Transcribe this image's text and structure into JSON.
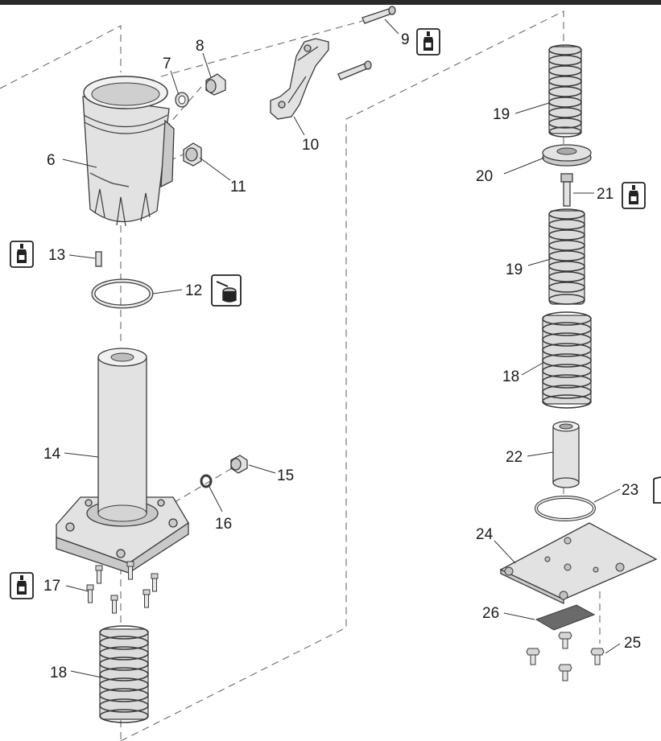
{
  "parts": [
    {
      "label": "6"
    },
    {
      "label": "7"
    },
    {
      "label": "8"
    },
    {
      "label": "9"
    },
    {
      "label": "10"
    },
    {
      "label": "11"
    },
    {
      "label": "12"
    },
    {
      "label": "13"
    },
    {
      "label": "14"
    },
    {
      "label": "15"
    },
    {
      "label": "16"
    },
    {
      "label": "17"
    },
    {
      "label": "18"
    },
    {
      "label": "19"
    },
    {
      "label": "19"
    },
    {
      "label": "18"
    },
    {
      "label": "20"
    },
    {
      "label": "21"
    },
    {
      "label": "22"
    },
    {
      "label": "23"
    },
    {
      "label": "24"
    },
    {
      "label": "25"
    },
    {
      "label": "26"
    }
  ],
  "icons": [
    "threadlocker-icon",
    "grease-icon"
  ],
  "colors": {
    "line": "#3a3a3a",
    "part_fill": "#e2e2e2",
    "background": "#ffffff"
  }
}
